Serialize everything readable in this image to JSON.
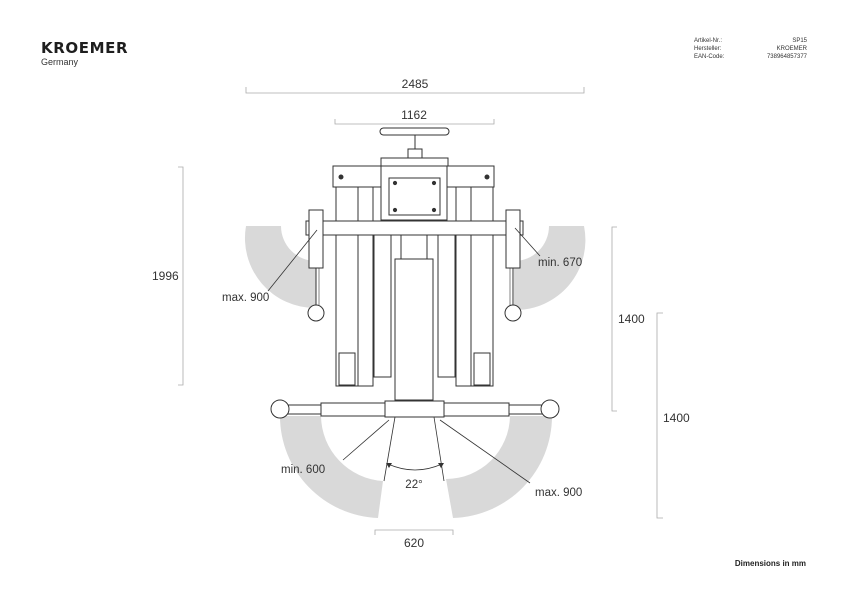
{
  "header": {
    "brand": "KROEMER",
    "brand_sub": "Germany",
    "meta": [
      {
        "label": "Artikel-Nr.:",
        "value": "SP15"
      },
      {
        "label": "Hersteller:",
        "value": "KROEMER"
      },
      {
        "label": "EAN-Code:",
        "value": "738964857377"
      }
    ]
  },
  "dimensions": {
    "overall_width": "2485",
    "top_width": "1162",
    "height_left": "1996",
    "right_upper": "1400",
    "right_lower": "1400",
    "bottom_width": "620"
  },
  "annotations": {
    "max_900_left": "max. 900",
    "min_670_right": "min. 670",
    "min_600_bottom_left": "min. 600",
    "max_900_bottom_right": "max. 900",
    "angle": "22°"
  },
  "footer": {
    "note": "Dimensions in mm"
  }
}
